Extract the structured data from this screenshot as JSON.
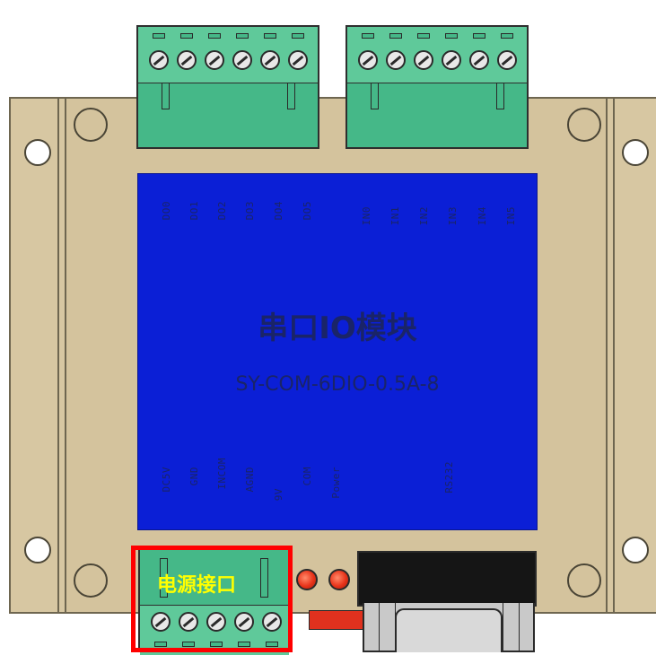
{
  "panel": {
    "title": "串口IO模块",
    "model": "SY-COM-6DIO-0.5A-8",
    "output_pins": [
      "DO0",
      "DO1",
      "DO2",
      "DO3",
      "DO4",
      "DO5"
    ],
    "input_pins": [
      "IN0",
      "IN1",
      "IN2",
      "IN3",
      "IN4",
      "IN5"
    ],
    "bottom_pins": [
      "DC5V",
      "GND",
      "INCOM",
      "AGND",
      "9V",
      "COM",
      "Power",
      "RS232"
    ]
  },
  "callout": {
    "label": "电源接口"
  },
  "colors": {
    "panel": "#0b1fd6",
    "enclosure": "#d4c39d",
    "terminal": "#45b888",
    "callout": "#ff0000",
    "callout_text": "#ffff00",
    "led": "#e8331a"
  }
}
